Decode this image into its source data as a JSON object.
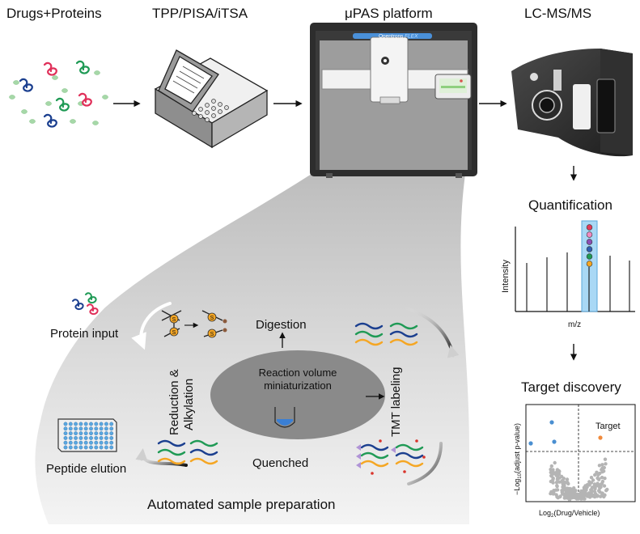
{
  "stages": {
    "drugs_proteins": "Drugs+Proteins",
    "tpp": "TPP/PISA/iTSA",
    "upas": "μPAS platform",
    "lcms": "LC-MS/MS"
  },
  "device": {
    "brand": "Opentrons",
    "brand_suffix": "FLEX"
  },
  "quantification": {
    "title": "Quantification",
    "ylabel": "Intensity",
    "xlabel": "m/z",
    "reporter_colors": [
      "#e23b5b",
      "#f08ac0",
      "#8b4fb3",
      "#2f5fb0",
      "#1f9a55",
      "#f5a623"
    ]
  },
  "target_discovery": {
    "title": "Target discovery",
    "ylabel_prefix": "−Log",
    "ylabel_sub": "10",
    "ylabel_suffix": "(adjust p-value)",
    "xlabel_prefix": "Log",
    "xlabel_sub": "2",
    "xlabel_suffix": "(Drug/Vehicle)",
    "target_label": "Target"
  },
  "workflow": {
    "protein_input": "Protein input",
    "reduction_line1": "Reduction &",
    "reduction_line2": "Alkylation",
    "digestion": "Digestion",
    "center_line1": "Reaction volume",
    "center_line2": "miniaturization",
    "tmt": "TMT labeling",
    "quenched": "Quenched",
    "peptide_elution": "Peptide elution",
    "footer": "Automated sample preparation",
    "s_label": "S"
  }
}
